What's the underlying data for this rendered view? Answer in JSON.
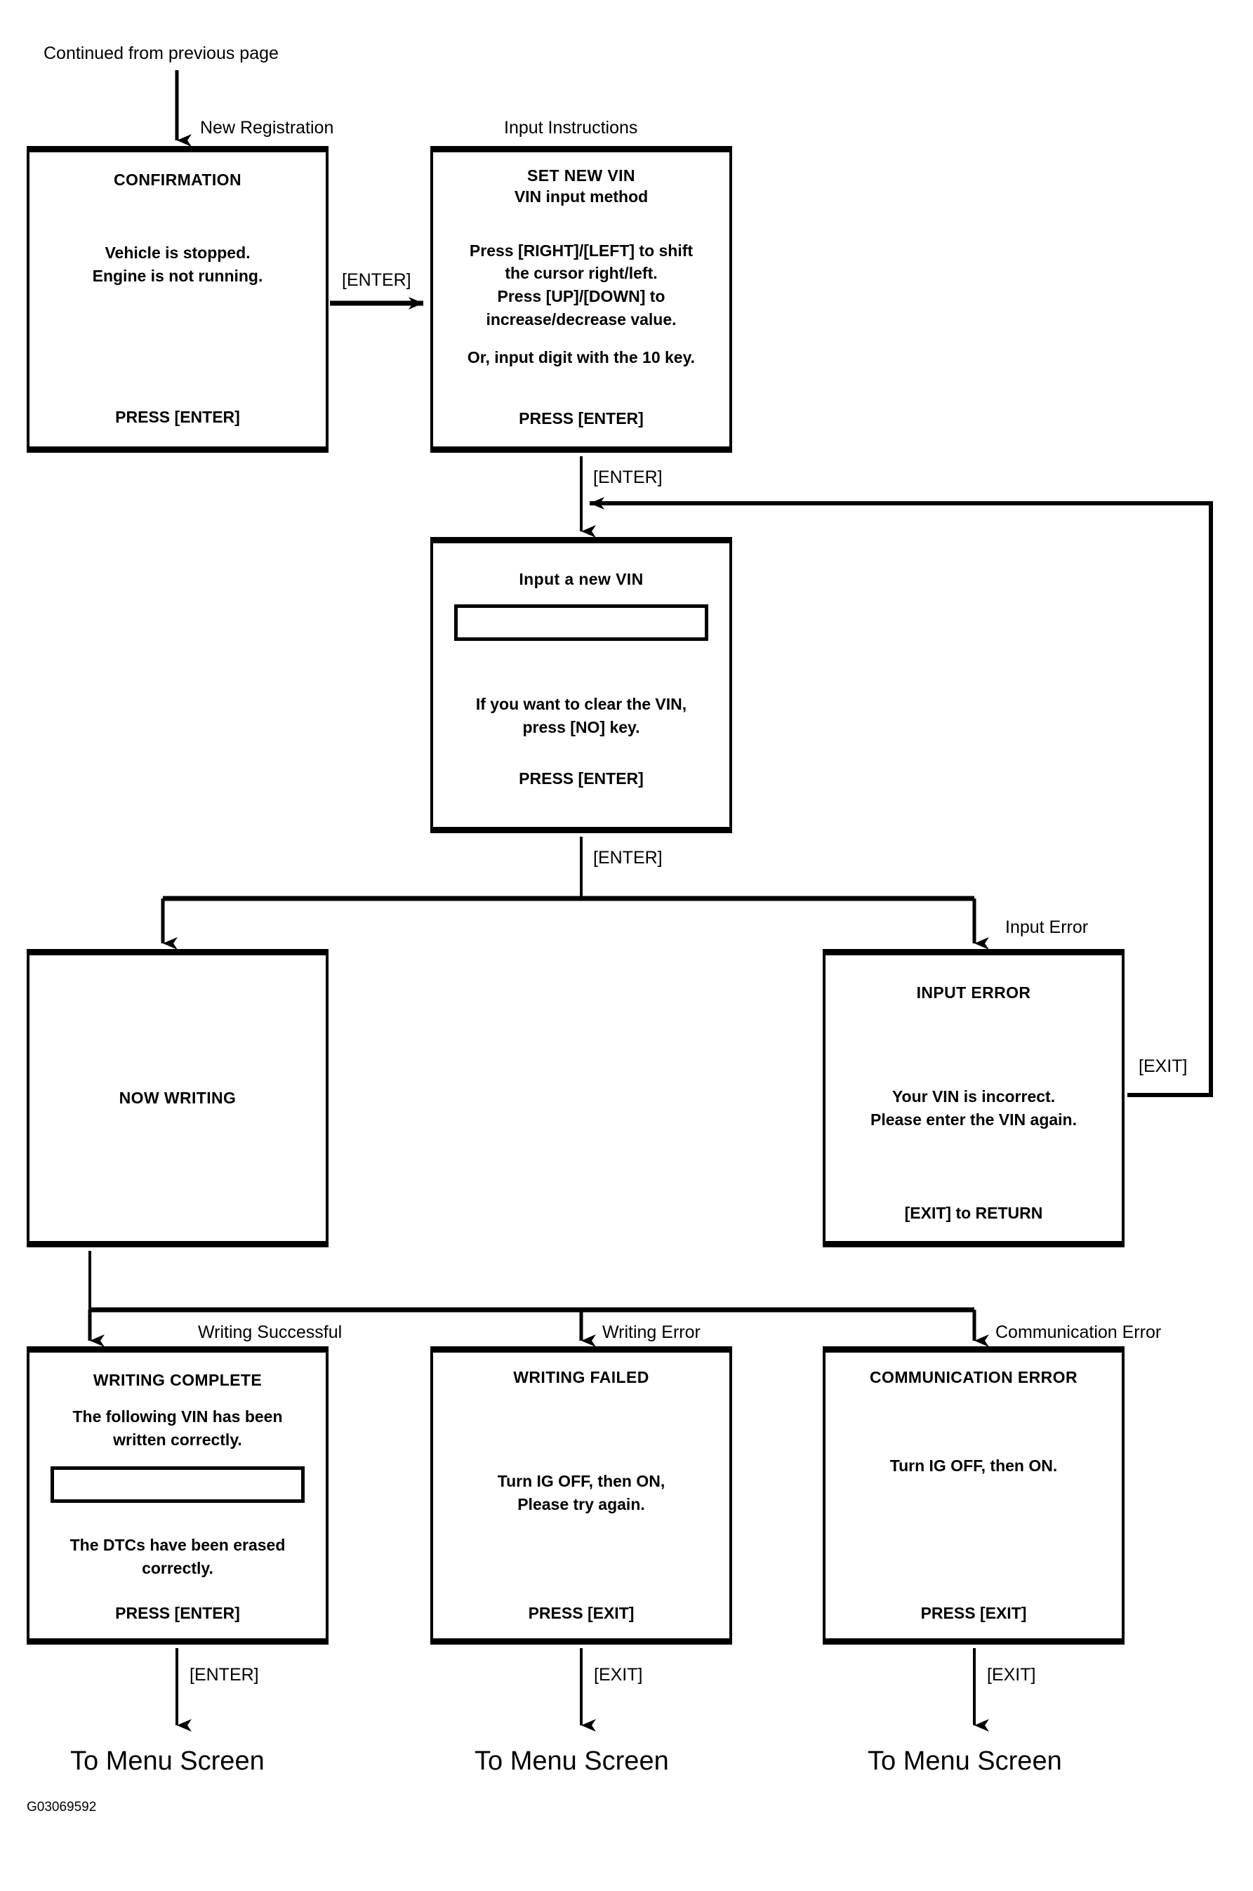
{
  "figure_id": "G03069592",
  "entry": {
    "label": "Continued from previous page"
  },
  "edge_labels": {
    "new_registration": "New Registration",
    "input_instructions": "Input Instructions",
    "enter_1": "[ENTER]",
    "enter_2": "[ENTER]",
    "enter_3": "[ENTER]",
    "input_error": "Input Error",
    "exit_return": "[EXIT]",
    "writing_successful": "Writing Successful",
    "writing_error": "Writing Error",
    "communication_error": "Communication Error",
    "enter_exit_complete": "[ENTER]",
    "exit_failed": "[EXIT]",
    "exit_comm": "[EXIT]"
  },
  "terminals": {
    "menu_left": "To Menu Screen",
    "menu_center": "To Menu Screen",
    "menu_right": "To Menu Screen"
  },
  "boxes": {
    "confirmation": {
      "title": "CONFIRMATION",
      "lines": [
        "Vehicle is stopped.",
        "Engine is not running."
      ],
      "footer": "PRESS [ENTER]"
    },
    "instructions": {
      "title": "SET NEW VIN",
      "subtitle": "VIN input method",
      "lines": [
        "Press [RIGHT]/[LEFT] to shift",
        "the cursor right/left.",
        "Press [UP]/[DOWN] to",
        "increase/decrease value."
      ],
      "note": "Or, input digit with the 10 key.",
      "footer": "PRESS [ENTER]"
    },
    "input_vin": {
      "title": "Input a new VIN",
      "field_value": "",
      "lines": [
        "If you want to clear the VIN,",
        "press [NO] key."
      ],
      "footer": "PRESS [ENTER]"
    },
    "now_writing": {
      "title": "NOW WRITING"
    },
    "input_error": {
      "title": "INPUT ERROR",
      "lines": [
        "Your VIN is incorrect.",
        "Please enter the VIN again."
      ],
      "footer": "[EXIT] to RETURN"
    },
    "writing_complete": {
      "title": "WRITING COMPLETE",
      "lines": [
        "The following VIN has been",
        "written correctly."
      ],
      "field_value": "",
      "lines2": [
        "The DTCs have been erased",
        "correctly."
      ],
      "footer": "PRESS [ENTER]"
    },
    "writing_failed": {
      "title": "WRITING FAILED",
      "lines": [
        "Turn IG OFF, then ON,",
        "Please try again."
      ],
      "footer": "PRESS [EXIT]"
    },
    "comm_error": {
      "title": "COMMUNICATION ERROR",
      "lines": [
        "Turn IG OFF, then ON."
      ],
      "footer": "PRESS [EXIT]"
    }
  },
  "colors": {
    "stroke": "#000000",
    "background": "#ffffff"
  }
}
